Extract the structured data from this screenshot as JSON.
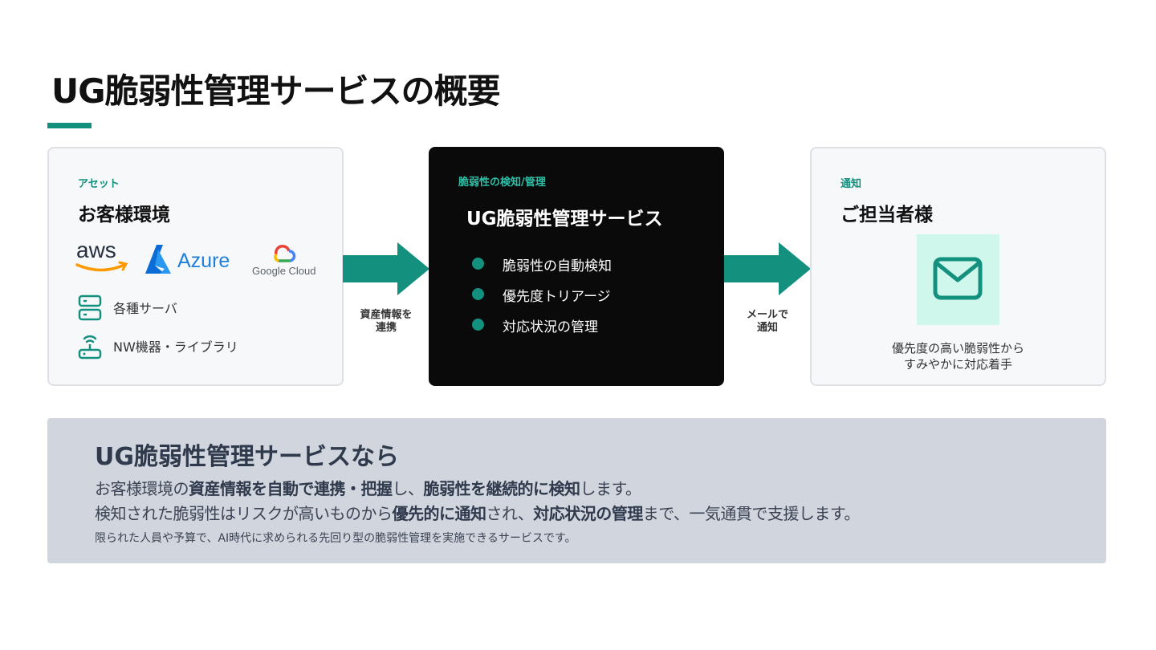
{
  "title": "UG脆弱性管理サービスの概要",
  "colors": {
    "accent": "#14907f",
    "accent_light": "#d0f7ec",
    "dark_card": "#0a0a0a",
    "summary_bg": "#d1d5dd"
  },
  "asset_card": {
    "eyebrow": "アセット",
    "heading": "お客様環境",
    "logos": {
      "aws": "aws",
      "azure": "Azure",
      "google_cloud": "Google Cloud"
    },
    "items": [
      {
        "icon": "server-icon",
        "label": "各種サーバ"
      },
      {
        "icon": "wifi-router-icon",
        "label": "NW機器・ライブラリ"
      }
    ]
  },
  "arrow_1": {
    "caption_line1": "資産情報を",
    "caption_line2": "連携"
  },
  "service_card": {
    "eyebrow": "脆弱性の検知/管理",
    "heading": "UG脆弱性管理サービス",
    "features": [
      "脆弱性の自動検知",
      "優先度トリアージ",
      "対応状況の管理"
    ]
  },
  "arrow_2": {
    "caption_line1": "メールで",
    "caption_line2": "通知"
  },
  "notify_card": {
    "eyebrow": "通知",
    "heading": "ご担当者様",
    "icon": "mail-icon",
    "desc_line1": "優先度の高い脆弱性から",
    "desc_line2": "すみやかに対応着手"
  },
  "summary": {
    "title": "UG脆弱性管理サービスなら",
    "line1": [
      {
        "text": "お客様環境の",
        "bold": false
      },
      {
        "text": "資産情報を自動で連携・把握",
        "bold": true
      },
      {
        "text": "し、",
        "bold": false
      },
      {
        "text": "脆弱性を継続的に検知",
        "bold": true
      },
      {
        "text": "します。",
        "bold": false
      }
    ],
    "line2": [
      {
        "text": "検知された脆弱性はリスクが高いものから",
        "bold": false
      },
      {
        "text": "優先的に通知",
        "bold": true
      },
      {
        "text": "され、",
        "bold": false
      },
      {
        "text": "対応状況の管理",
        "bold": true
      },
      {
        "text": "まで、一気通貫で支援します。",
        "bold": false
      }
    ],
    "note": "限られた人員や予算で、AI時代に求められる先回り型の脆弱性管理を実施できるサービスです。"
  }
}
